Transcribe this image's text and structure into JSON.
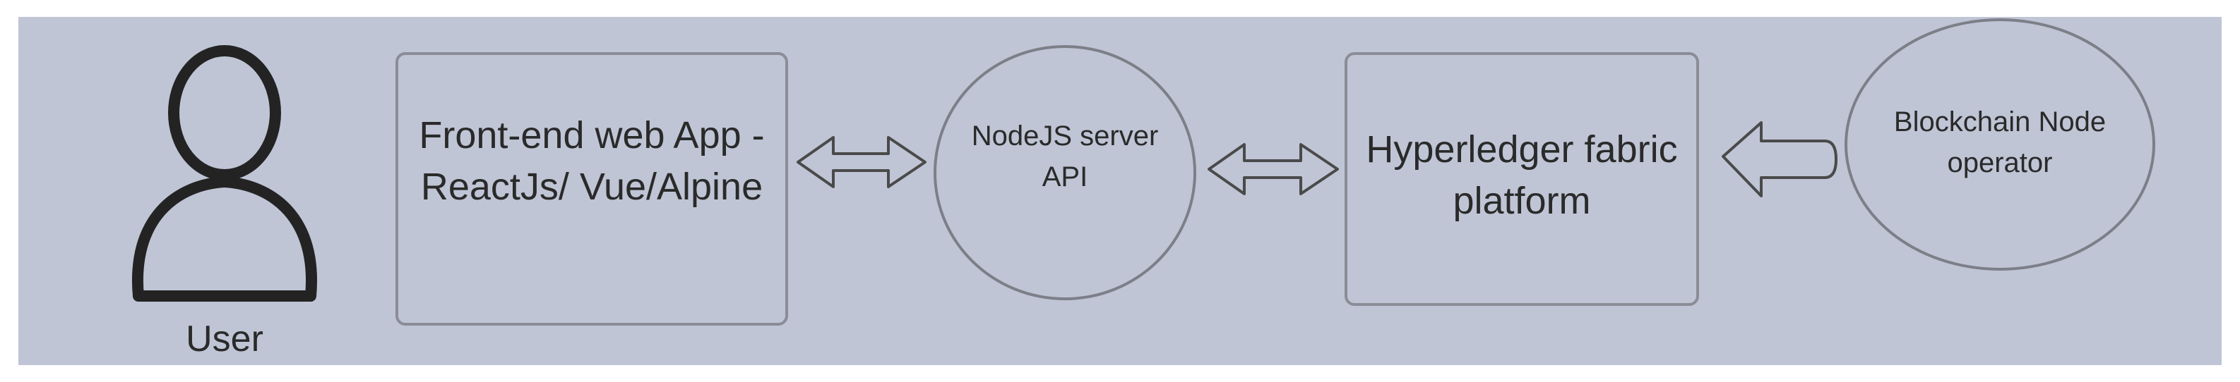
{
  "diagram": {
    "user_label": "User",
    "frontend_label": "Front-end web App -\nReactJs/ Vue/Alpine",
    "api_label": "NodeJS server\nAPI",
    "platform_label": "Hyperledger fabric\nplatform",
    "operator_label": "Blockchain Node\noperator",
    "colors": {
      "background": "#bfc5d5",
      "stroke": "#2b2b2b",
      "box_border": "#8a8d96"
    },
    "icons": [
      "user-icon",
      "double-arrow-icon",
      "double-arrow-icon",
      "left-arrow-icon"
    ]
  }
}
